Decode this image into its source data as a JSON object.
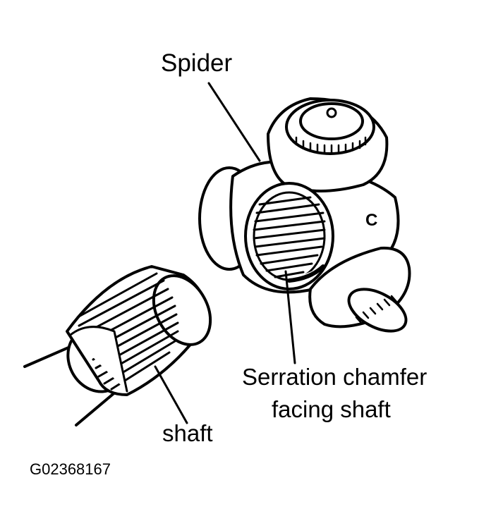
{
  "labels": {
    "spider": "Spider",
    "serration_line1": "Serration chamfer",
    "serration_line2": "facing shaft",
    "shaft": "shaft",
    "figure_code": "G02368167"
  },
  "part_marks": {
    "spider_letter": "C"
  },
  "colors": {
    "ink": "#000000",
    "background": "#ffffff"
  }
}
